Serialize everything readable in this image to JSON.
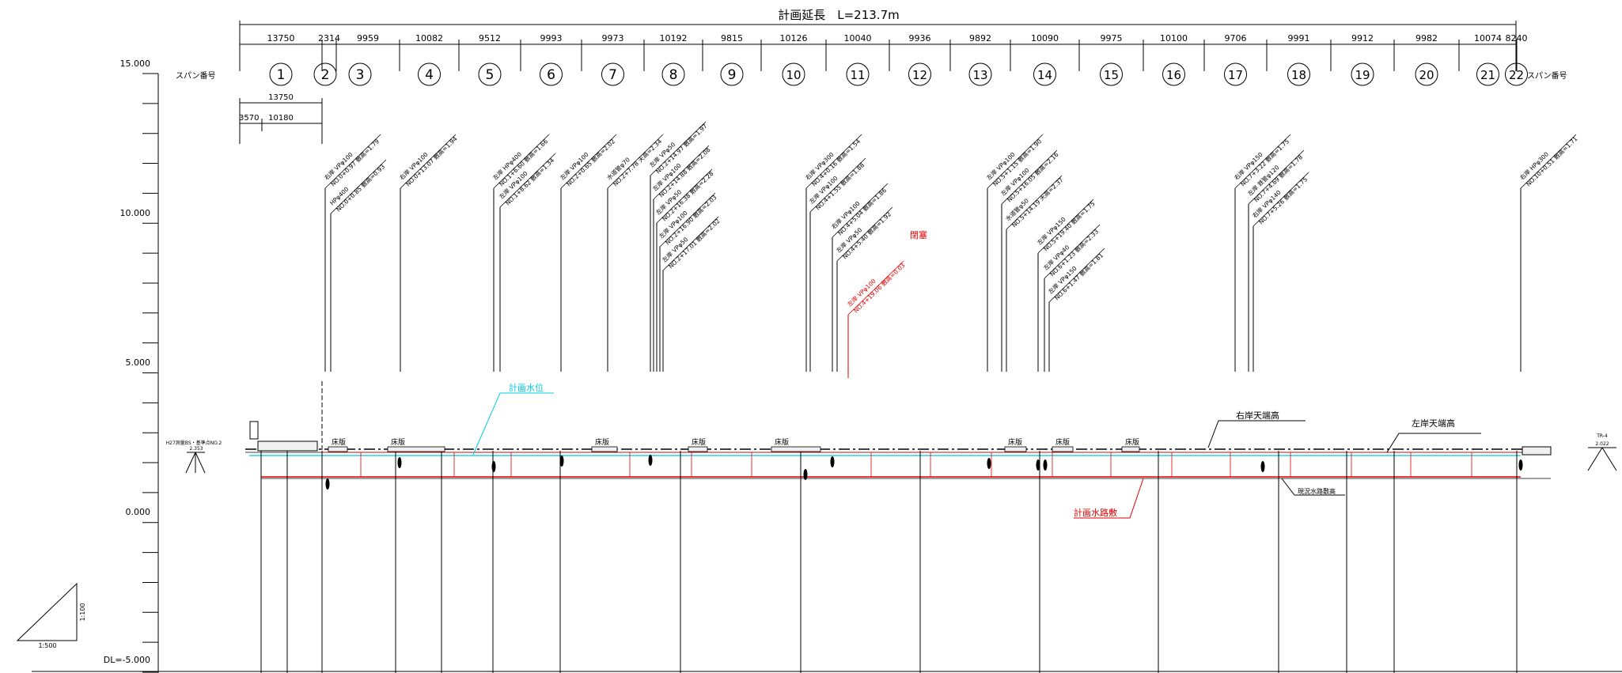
{
  "title": "計画延長　L=213.7m",
  "span_label": "スパン番号",
  "span_lengths": [
    "13750",
    "2314",
    "9959",
    "10082",
    "9512",
    "9993",
    "9973",
    "10192",
    "9815",
    "10126",
    "10040",
    "9936",
    "9892",
    "10090",
    "9975",
    "10100",
    "9706",
    "9991",
    "9912",
    "9982",
    "10074",
    "8240"
  ],
  "span_numbers": [
    "1",
    "2",
    "3",
    "4",
    "5",
    "6",
    "7",
    "8",
    "9",
    "10",
    "11",
    "12",
    "13",
    "14",
    "15",
    "16",
    "17",
    "18",
    "19",
    "20",
    "21",
    "22"
  ],
  "sub_dims": {
    "total": "13750",
    "a": "3570",
    "b": "10180"
  },
  "elevations": [
    "15.000",
    "10.000",
    "5.000",
    "0.000",
    "DL=-5.000"
  ],
  "scale": {
    "v": "1:100",
    "h": "1:500"
  },
  "bm_left": {
    "l1": "H27測量BS・基準点NO.2",
    "l2": "2.353"
  },
  "bm_right": {
    "l1": "TR-4",
    "l2": "2.022"
  },
  "labels": {
    "plan_water": "計画水位",
    "right_bank": "右岸天端高",
    "left_bank": "左岸天端高",
    "plan_bed": "計画水路敷",
    "current_bed": "現況水路敷高",
    "closure": "閉塞",
    "slab": "床版"
  },
  "pipes": [
    {
      "l1": "右岸 VPφ100",
      "l2": "NO.0+0.97 敷高=1.79",
      "color": "black"
    },
    {
      "l1": "HPφ400",
      "l2": "NO.0+0.85 敷高=0.93",
      "color": "black"
    },
    {
      "l1": "右岸 VPφ100",
      "l2": "NO.0+13.07 敷高=1.94",
      "color": "black"
    },
    {
      "l1": "左岸 HPφ400",
      "l2": "NO.1+6.60 敷高=1.66",
      "color": "black"
    },
    {
      "l1": "左岸 VPφ100",
      "l2": "NO.1+8.62 敷高=1.34",
      "color": "black"
    },
    {
      "l1": "左岸 VPφ100",
      "l2": "NO.2+0.65 敷高=2.02",
      "color": "black"
    },
    {
      "l1": "水道管φ70",
      "l2": "NO.2+7.78 天高=2.34",
      "color": "black"
    },
    {
      "l1": "左岸 VPφ50",
      "l2": "NO.2+14.97 敷高=1.97",
      "color": "black"
    },
    {
      "l1": "左岸 VPφ100",
      "l2": "NO.2+14.88 敷高=2.08",
      "color": "black"
    },
    {
      "l1": "左岸 VPφ50",
      "l2": "NO.2+16.38 敷高=2.28",
      "color": "black"
    },
    {
      "l1": "左岸 VPφ100",
      "l2": "NO.2+16.90 敷高=2.03",
      "color": "black"
    },
    {
      "l1": "左岸 VPφ50",
      "l2": "NO.2+17.01 敷高=2.02",
      "color": "black"
    },
    {
      "l1": "右岸 VPφ300",
      "l2": "NO.4+0.16 敷高=1.54",
      "color": "black"
    },
    {
      "l1": "左岸 VPφ100",
      "l2": "NO.4+1.55 敷高=1.88",
      "color": "black"
    },
    {
      "l1": "右岸 VPφ100",
      "l2": "NO.4+5.04 敷高=1.86",
      "color": "black"
    },
    {
      "l1": "左岸 VPφ50",
      "l2": "NO.4+5.40 敷高=1.92",
      "color": "black"
    },
    {
      "l1": "左岸 VPφ100",
      "l2": "NO.4+19.06 敷高=0.03",
      "color": "red"
    },
    {
      "l1": "左岸 VPφ100",
      "l2": "NO.5+1.15 敷高=1.90",
      "color": "black"
    },
    {
      "l1": "左岸 VPφ100",
      "l2": "NO.5+16.05 敷高=2.16",
      "color": "black"
    },
    {
      "l1": "水道管φ50",
      "l2": "NO.5+14.19 天高=2.37",
      "color": "black"
    },
    {
      "l1": "左岸 VPφ150",
      "l2": "NO.5+19.40 敷高=1.75",
      "color": "black"
    },
    {
      "l1": "左岸 VPφ40",
      "l2": "NO.6+1.23 敷高=2.33",
      "color": "black"
    },
    {
      "l1": "左岸 VPφ150",
      "l2": "NO.6+1.47 敷高=1.81",
      "color": "black"
    },
    {
      "l1": "右岸 VPφ150",
      "l2": "NO.7+3.22 敷高=1.75",
      "color": "black"
    },
    {
      "l1": "左岸 鉄管φ120",
      "l2": "NO.7+4.69 敷高=1.78",
      "color": "black"
    },
    {
      "l1": "右岸 VPφ140",
      "l2": "NO.7+5.26 敷高=1.75",
      "color": "black"
    },
    {
      "l1": "右岸 HPφ300",
      "l2": "NO.10+0.51 敷高=1.71",
      "color": "black"
    }
  ],
  "colors": {
    "line": "#000000",
    "water": "#00c8e6",
    "plan": "#e00000"
  }
}
